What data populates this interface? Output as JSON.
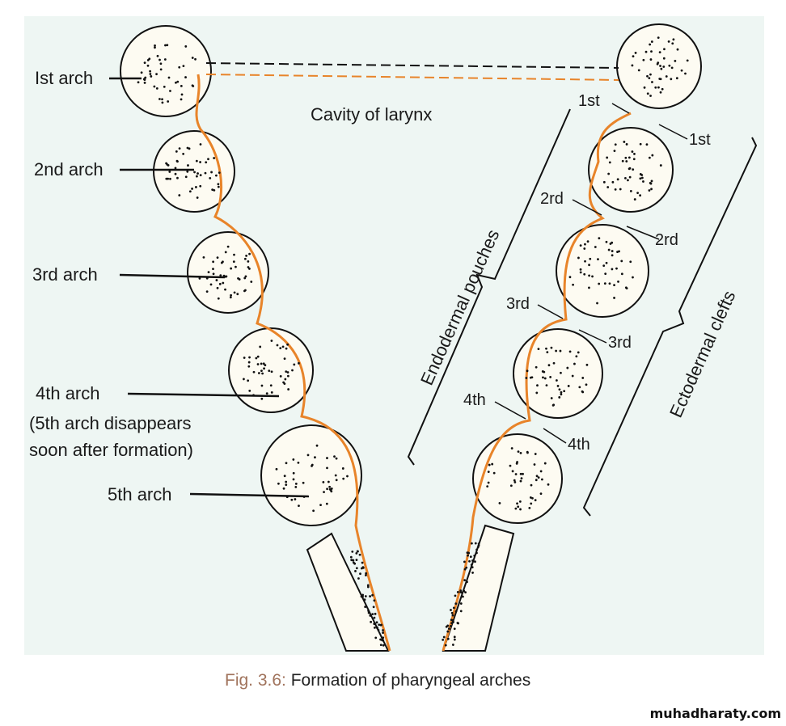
{
  "figure": {
    "left_labels": [
      "Ist arch",
      "2nd arch",
      "3rd arch",
      "4th arch",
      "(5th arch disappears",
      "soon after formation)",
      "5th arch"
    ],
    "center_label": "Cavity of larynx",
    "pouch_labels": [
      "1st",
      "2rd",
      "3rd",
      "4th"
    ],
    "cleft_labels": [
      "1st",
      "2rd",
      "3rd",
      "4th"
    ],
    "endodermal": "Endodermal pouches",
    "ectodermal": "Ectodermal clefts"
  },
  "caption": {
    "fig": "Fig. 3.6:",
    "text": "Formation of pharyngeal arches"
  },
  "watermark": "muhadharaty.com",
  "colors": {
    "orange": "#e8842a",
    "background": "#eef6f3"
  }
}
